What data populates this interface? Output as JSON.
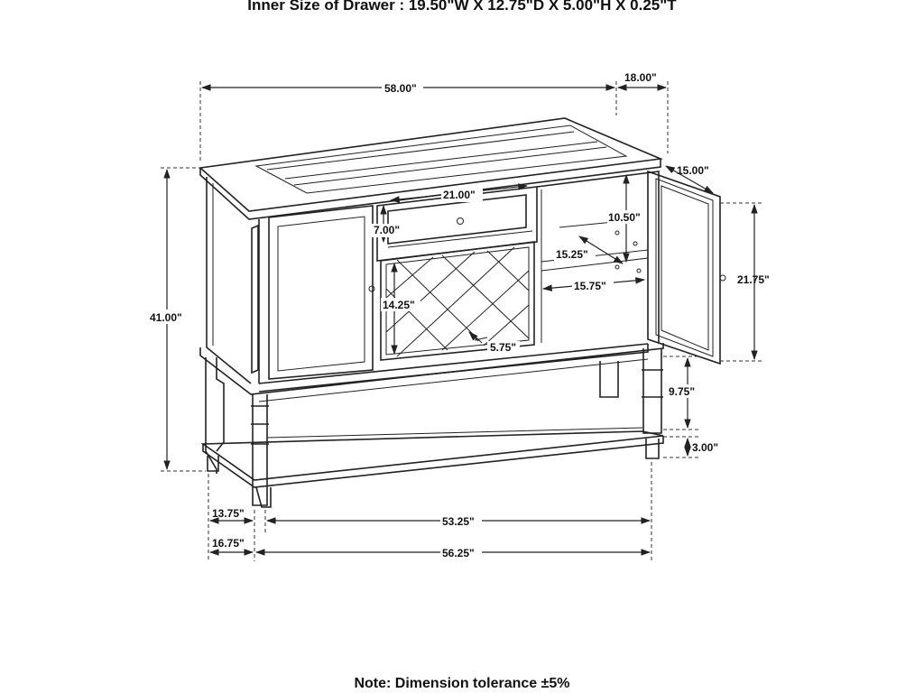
{
  "header": {
    "inner_size_text": "Inner Size of Drawer : 19.50\"W X 12.75\"D X 5.00\"H X 0.25\"T"
  },
  "footer": {
    "note_text": "Note: Dimension tolerance ±5%"
  },
  "dimensions": {
    "overall_width": "58.00\"",
    "overall_depth": "18.00\"",
    "side_depth": "15.00\"",
    "drawer_width": "21.00\"",
    "drawer_height": "7.00\"",
    "shelf_height": "10.50\"",
    "shelf_depth": "15.25\"",
    "shelf_width": "15.75\"",
    "door_height": "21.75\"",
    "wine_rack_height": "14.25\"",
    "wine_rack_depth": "5.75\"",
    "overall_height": "41.00\"",
    "leg_clearance": "9.75\"",
    "bottom_shelf_height": "3.00\"",
    "leg_depth_inner": "13.75\"",
    "leg_span_inner": "53.25\"",
    "leg_depth_outer": "16.75\"",
    "leg_span_outer": "56.25\""
  }
}
